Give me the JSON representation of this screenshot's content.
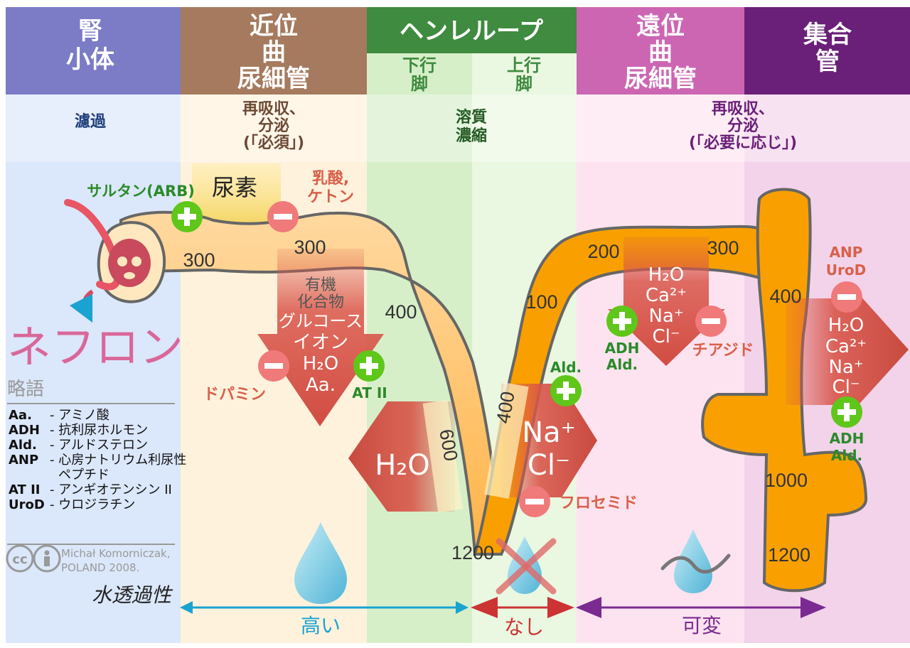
{
  "headers": {
    "glomerulus": [
      "腎",
      "小体"
    ],
    "proximal": [
      "近位",
      "曲",
      "尿細管"
    ],
    "henle": "ヘンレループ",
    "descending": [
      "下行",
      "脚"
    ],
    "ascending": [
      "上行",
      "脚"
    ],
    "distal": [
      "遠位",
      "曲",
      "尿細管"
    ],
    "collecting": [
      "集合",
      "管"
    ]
  },
  "functions": {
    "glomerulus": "濾過",
    "proximal": [
      "再吸収、",
      "分泌",
      "(「必須」)"
    ],
    "henle": [
      "溶質",
      "濃縮"
    ],
    "distal": [
      "再吸収、",
      "分泌",
      "(「必要に応じ」)"
    ]
  },
  "left": {
    "sartan": "サルタン(ARB)",
    "title": "ネフロン",
    "abbr_title": "略語",
    "abbreviations": [
      {
        "abbr": "Aa.",
        "def": "- アミノ酸"
      },
      {
        "abbr": "ADH",
        "def": "- 抗利尿ホルモン"
      },
      {
        "abbr": "Ald.",
        "def": "- アルドステロン"
      },
      {
        "abbr": "ANP",
        "def": "- 心房ナトリウム利尿性"
      },
      {
        "abbr": "",
        "def": "ペプチド"
      },
      {
        "abbr": "AT II",
        "def": "- アンギオテンシン II"
      },
      {
        "abbr": "UroD",
        "def": "- ウロジラチン"
      }
    ],
    "credit": [
      "Michał Komorniczak,",
      "POLAND 2008."
    ],
    "cc": "cc"
  },
  "proximal_labels": {
    "urea": "尿素",
    "lactic": [
      "乳酸,",
      "ケトン"
    ],
    "arrow_items": [
      "有機",
      "化合物",
      "グルコース",
      "イオン",
      "H₂O",
      "Aa."
    ],
    "dopamine": "ドパミン",
    "at2": "AT II"
  },
  "henle_labels": {
    "h2o": "H₂O",
    "na": "Na⁺",
    "cl": "Cl⁻",
    "ald": "Ald.",
    "furosemide": "フロセミド"
  },
  "distal_labels": {
    "items": [
      "H₂O",
      "Ca²⁺",
      "Na⁺",
      "Cl⁻"
    ],
    "adh": "ADH",
    "ald": "Ald.",
    "thiazide": "チアジド"
  },
  "collecting_labels": {
    "anp": "ANP",
    "urod": "UroD",
    "items": [
      "H₂O",
      "Ca²⁺",
      "Na⁺",
      "Cl⁻"
    ],
    "adh": "ADH",
    "ald": "Ald."
  },
  "osmolarity": {
    "g300": "300",
    "p300": "300",
    "p400": "400",
    "p600": "600",
    "p1200": "1200",
    "a400": "400",
    "a100": "100",
    "d200": "200",
    "d300": "300",
    "c400": "400",
    "c1000": "1000",
    "c1200": "1200"
  },
  "permeability": {
    "label": "水透過性",
    "high": "高い",
    "none": "なし",
    "variable": "可変"
  },
  "colors": {
    "glomerulus": "#7b7bc6",
    "proximal": "#a57a5e",
    "henle": "#3f8b3f",
    "distal": "#cc66b3",
    "collecting": "#6a1f78",
    "tubule": "#f9a000",
    "plus": "#5fc61a",
    "minus": "#f07a7a"
  }
}
